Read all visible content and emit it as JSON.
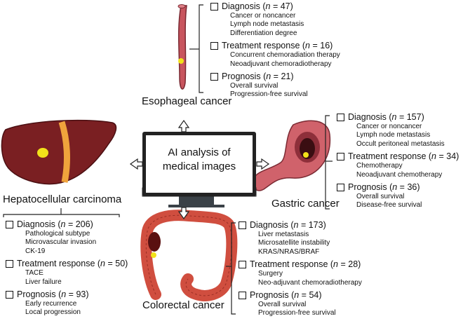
{
  "center": {
    "line1": "AI analysis of",
    "line2": "medical images"
  },
  "esophageal": {
    "title": "Esophageal cancer",
    "categories": [
      {
        "name": "Diagnosis",
        "count": "47",
        "items": [
          "Cancer or noncancer",
          "Lymph node metastasis",
          "Differentiation degree"
        ]
      },
      {
        "name": "Treatment response",
        "count": "16",
        "items": [
          "Concurrent chemoradiation therapy",
          "Neoadjuvant chemoradiotherapy"
        ]
      },
      {
        "name": "Prognosis",
        "count": "21",
        "items": [
          "Overall survival",
          "Progression-free survival"
        ]
      }
    ]
  },
  "gastric": {
    "title": "Gastric cancer",
    "categories": [
      {
        "name": "Diagnosis",
        "count": "157",
        "items": [
          "Cancer or noncancer",
          "Lymph node metastasis",
          "Occult peritoneal metastasis"
        ]
      },
      {
        "name": "Treatment response",
        "count": "34",
        "items": [
          "Chemotherapy",
          "Neoadjuvant chemotherapy"
        ]
      },
      {
        "name": "Prognosis",
        "count": "36",
        "items": [
          "Overall survival",
          "Disease-free survival"
        ]
      }
    ]
  },
  "hepatocellular": {
    "title": "Hepatocellular carcinoma",
    "categories": [
      {
        "name": "Diagnosis",
        "count": "206",
        "items": [
          "Pathological subtype",
          "Microvascular invasion",
          "CK-19"
        ]
      },
      {
        "name": "Treatment response",
        "count": "50",
        "items": [
          "TACE",
          "Liver failure"
        ]
      },
      {
        "name": "Prognosis",
        "count": "93",
        "items": [
          "Early recurrence",
          "Local progression"
        ]
      }
    ]
  },
  "colorectal": {
    "title": "Colorectal cancer",
    "categories": [
      {
        "name": "Diagnosis",
        "count": "173",
        "items": [
          "Liver metastasis",
          "Microsatellite instability",
          "KRAS/NRAS/BRAF"
        ]
      },
      {
        "name": "Treatment response",
        "count": "28",
        "items": [
          "Surgery",
          "Neo-adjuvant chemoradiotherapy"
        ]
      },
      {
        "name": "Prognosis",
        "count": "54",
        "items": [
          "Overall survival",
          "Progression-free survival"
        ]
      }
    ]
  },
  "colors": {
    "organ": "#c8555e",
    "organ_dark": "#8e2f3a",
    "liver": "#7a1f22",
    "liver_band": "#f0a33c",
    "tumor": "#f2e21a",
    "monitor": "#222222",
    "stand": "#3a4147"
  }
}
